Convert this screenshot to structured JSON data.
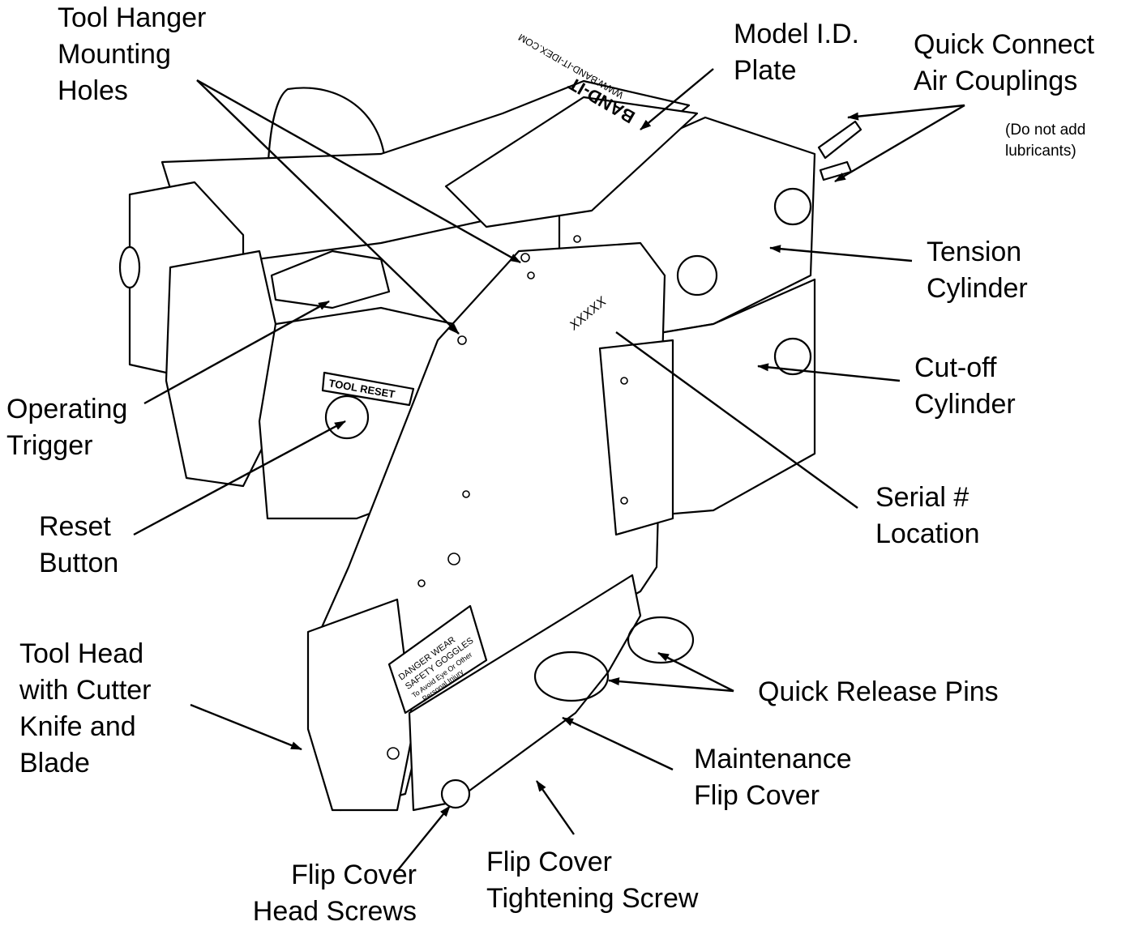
{
  "labels": {
    "tool_hanger": "Tool Hanger\nMounting\nHoles",
    "model_id": "Model I.D.\nPlate",
    "quick_connect": "Quick Connect\nAir Couplings",
    "quick_connect_note": "(Do not add\nlubricants)",
    "tension": "Tension\nCylinder",
    "cutoff": "Cut-off\nCylinder",
    "operating_trigger": "Operating\nTrigger",
    "reset": "Reset\nButton",
    "serial": "Serial #\nLocation",
    "tool_head": "Tool Head\nwith Cutter\nKnife and\nBlade",
    "quick_release": "Quick Release Pins",
    "maintenance": "Maintenance\nFlip Cover",
    "flip_head": "Flip Cover\nHead Screws",
    "flip_tight": "Flip Cover\nTightening Screw"
  },
  "device_markings": {
    "brand": "BAND-IT",
    "website": "WWW.BAND-IT-IDEX.COM",
    "reset_plate": "TOOL RESET",
    "serial": "XXXXX",
    "warning": [
      "DANGER  WEAR",
      "SAFETY GOGGLES",
      "To Avoid Eye Or Other",
      "Personal Injury"
    ]
  },
  "colors": {
    "ink": "#000000",
    "background": "#ffffff",
    "hole": "#ffffff"
  }
}
